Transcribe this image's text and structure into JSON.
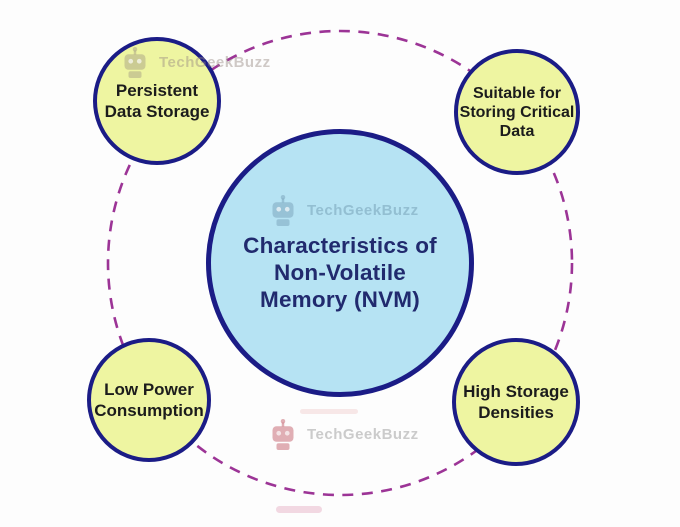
{
  "page": {
    "background_color": "#fdfdfd"
  },
  "diagram": {
    "center": {
      "title": "Characteristics of\nNon-Volatile\nMemory (NVM)",
      "fill_color": "#b6e3f3",
      "border_color": "#1b1c86",
      "text_color": "#212a6e"
    },
    "nodes": [
      {
        "label": "Persistent\nData Storage",
        "position": "top-left"
      },
      {
        "label": "Suitable for\nStoring Critical\nData",
        "position": "top-right"
      },
      {
        "label": "Low Power\nConsumption",
        "position": "bottom-left"
      },
      {
        "label": "High Storage\nDensities",
        "position": "bottom-right"
      }
    ],
    "node_style": {
      "fill_color": "#eef5a1",
      "border_color": "#1b1c86",
      "text_color": "#1c1c1c"
    },
    "orbit": {
      "style": "dashed",
      "color": "#9c3496"
    }
  },
  "watermark": {
    "text": "TechGeekBuzz"
  }
}
